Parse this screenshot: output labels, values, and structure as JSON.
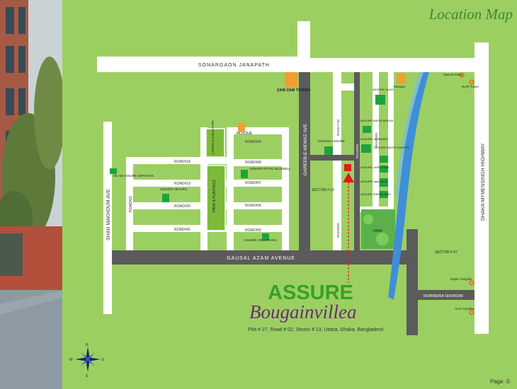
{
  "title": "Location Map",
  "project": {
    "brand": "ASSURE",
    "name": "Bougainvillea",
    "address": "Plot # 27, Road # 02, Sector # 13, Uttara, Dhaka, Bangladesh"
  },
  "page_label": "Page -5",
  "roads": {
    "sonargaon": "SONARGAON JANAPATH",
    "gausal": "GAUSAL AZAM AVENUE",
    "shah": "SHAH MAKHDUM AVE.",
    "gareeb": "GAREEB-E-NEWAZ AVE.",
    "dhaka": "DHAKA-MYMENSINGH HIGHWAY",
    "robindra": "ROBINDRA SHORONI",
    "road09": "ROAD#09",
    "road08": "ROAD#08",
    "road07": "ROAD#07",
    "road06": "ROAD#06",
    "road05": "ROAD#05",
    "road18": "ROAD#18",
    "road19": "ROAD#19",
    "road20": "ROAD#20",
    "road05b": "ROAD#05",
    "road15": "ROAD#15",
    "road03": "ROAD # 03",
    "road02": "ROAD#02",
    "road01": "ROAD#01",
    "road03b": "ROAD#03"
  },
  "places": {
    "zamzam": "ZAM ZAM TOWER",
    "mosque1": "MOSQUE",
    "mosque2": "Mosque",
    "islam": "ISLAM ASSURE HERITAGE",
    "heaven": "ASSURE HEAVEN",
    "bluebell": "ASSURE ROYAL BLUEBELL",
    "hollyhock": "ASSURE HOLLYHOCK",
    "ashiana": "ASHIANA ASSURE",
    "oasis": "ASSURE OASIS",
    "nirob": "ASSURE NIROB BRIDGE",
    "lavender": "ASSURE LAVENDER",
    "water": "ASSURE WATER GARDEN",
    "lake": "ASSURE LAKE VISTA",
    "lakeshore": "ASSURE Lake Shore",
    "sheikh": "ASSURE SHEIKH BARI",
    "park": "PARK",
    "ladies": "LADIES & CHILD PARK",
    "playfield": "PARK & PLAYFIELD",
    "sector13": "SECTOR # 13",
    "sector07": "SECTOR # 07",
    "mascot": "Mascot Plaza",
    "north": "North Tower",
    "rajuk": "Rajuk Complex",
    "amir": "Amir Complex"
  },
  "compass": {
    "n": "N",
    "s": "S",
    "e": "E",
    "w": "W"
  },
  "colors": {
    "land": "#9ccf62",
    "road_grey": "#5b5b5b",
    "road_white": "#ffffff",
    "building": "#1fa33c",
    "mosque": "#f0a030",
    "site": "#e01b1b",
    "river": "#3f8fd6"
  }
}
